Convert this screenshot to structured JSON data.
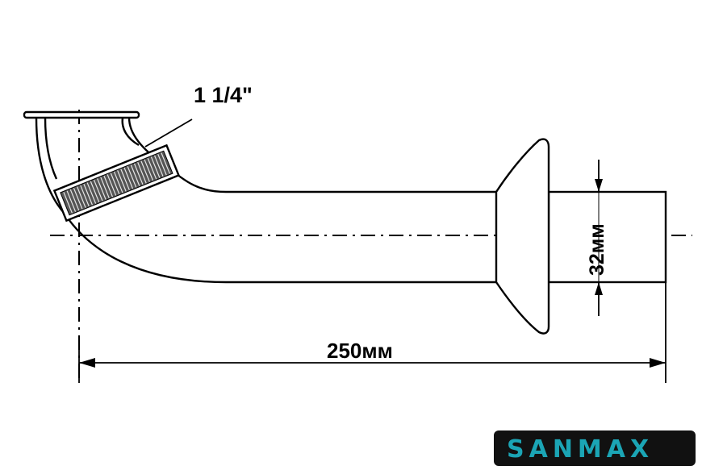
{
  "dimensions": {
    "thread_size": "1 1/4\"",
    "diameter": "32мм",
    "length": "250мм"
  },
  "brand": {
    "logo_text": "SANMAX"
  },
  "colors": {
    "line": "#000000",
    "background": "#ffffff",
    "logo_fill": "#1ba5b5",
    "logo_background": "#111111"
  }
}
